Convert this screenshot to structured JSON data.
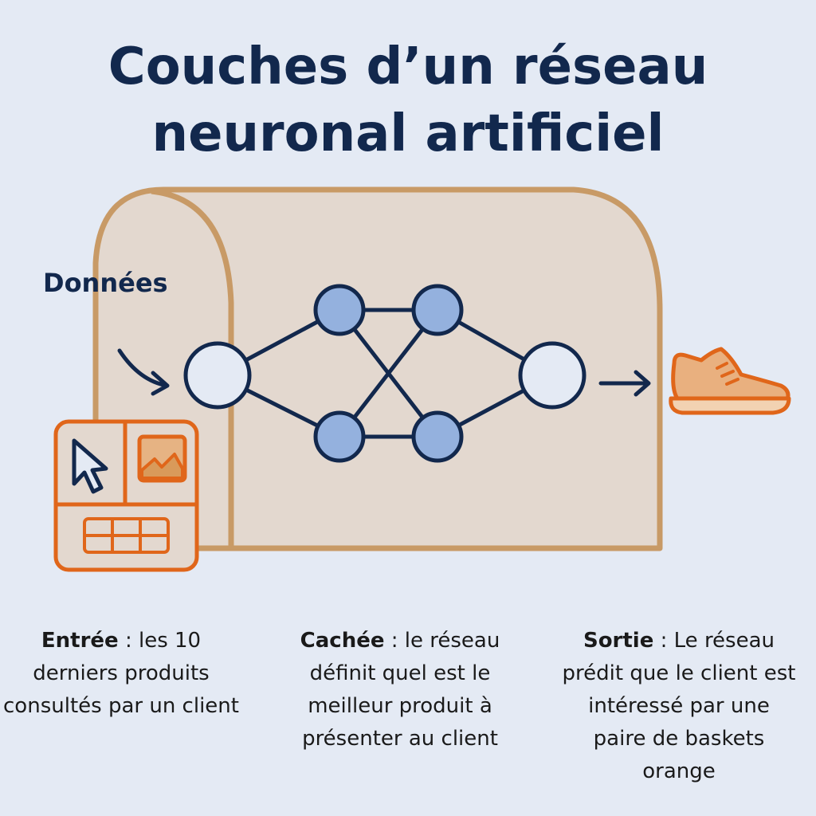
{
  "title": {
    "line1": "Couches d’un réseau",
    "line2": "neuronal artificiel"
  },
  "input_label": "Données",
  "captions": [
    {
      "term": "Entrée",
      "text": " : les 10 derniers produits consultés par un client"
    },
    {
      "term": "Cachée",
      "text": " : le réseau définit quel est le meilleur produit à présenter au client"
    },
    {
      "term": "Sortie",
      "text": " : Le réseau prédit que le client est intéressé par une paire de baskets orange"
    }
  ],
  "colors": {
    "background": "#e4eaf4",
    "navy": "#12284d",
    "tunnel": "#e3d8cf",
    "tunnel_stroke": "#c89a66",
    "hidden_node": "#94b1de",
    "orange": "#e0661a",
    "shoe": "#e9b07f"
  }
}
